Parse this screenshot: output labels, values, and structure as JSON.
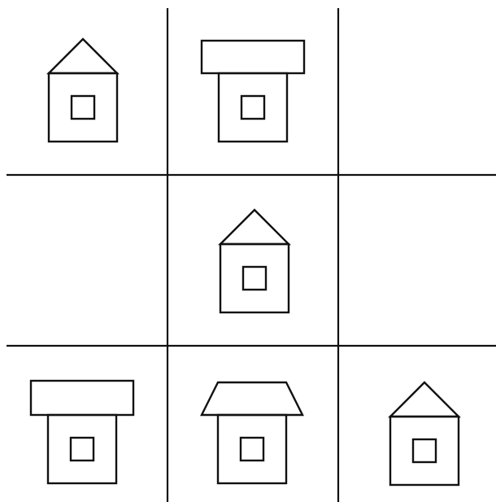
{
  "puzzle": {
    "ink_color": "#111111",
    "background_color": "#ffffff",
    "grid": {
      "rows": 3,
      "columns": 3
    },
    "cells": [
      {
        "row": 1,
        "column": 1,
        "content": "house",
        "roof": "triangle"
      },
      {
        "row": 1,
        "column": 2,
        "content": "house",
        "roof": "rectangle"
      },
      {
        "row": 1,
        "column": 3,
        "content": "empty"
      },
      {
        "row": 2,
        "column": 1,
        "content": "empty"
      },
      {
        "row": 2,
        "column": 2,
        "content": "house",
        "roof": "triangle"
      },
      {
        "row": 2,
        "column": 3,
        "content": "empty"
      },
      {
        "row": 3,
        "column": 1,
        "content": "house",
        "roof": "rectangle"
      },
      {
        "row": 3,
        "column": 2,
        "content": "house",
        "roof": "trapezoid"
      },
      {
        "row": 3,
        "column": 3,
        "content": "house",
        "roof": "triangle"
      }
    ]
  }
}
